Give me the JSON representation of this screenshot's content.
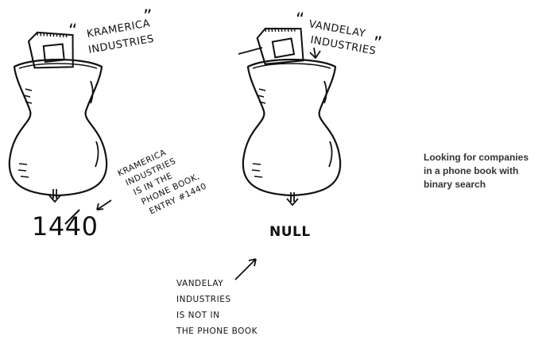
{
  "left": {
    "label_line1": "KRAMERICA",
    "label_line2": "INDUSTRIES",
    "note_lines": [
      "KRAMERICA",
      "INDUSTRIES",
      "IS IN THE",
      "PHONE BOOK,",
      "ENTRY #1440"
    ],
    "result": "1440"
  },
  "right": {
    "label_line1": "VANDELAY",
    "label_line2": "INDUSTRIES",
    "result": "NULL",
    "note_lines": [
      "VANDELAY",
      "INDUSTRIES",
      "IS NOT IN",
      "THE PHONE BOOK"
    ]
  },
  "caption_lines": [
    "Looking for companies",
    "in a phone book with",
    "binary search"
  ]
}
